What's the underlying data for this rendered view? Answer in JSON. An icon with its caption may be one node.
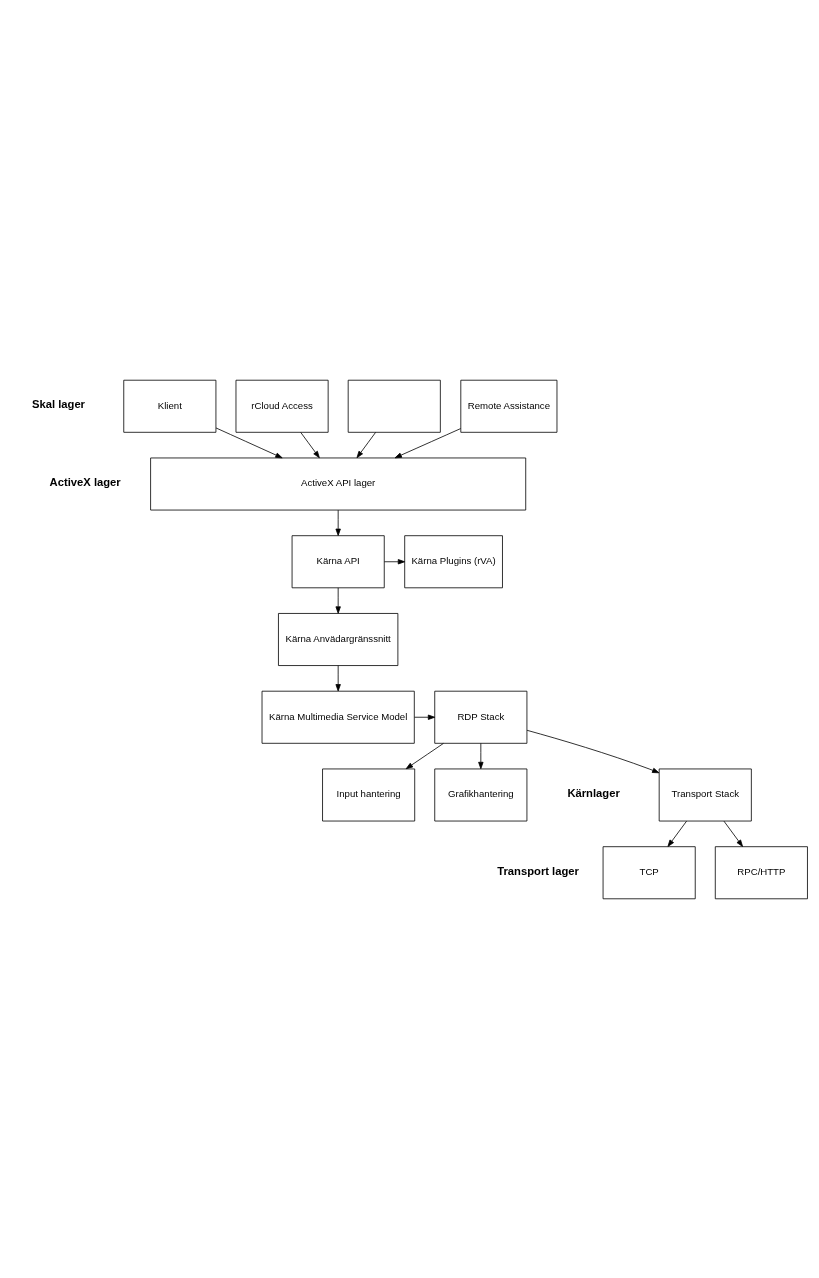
{
  "diagram": {
    "nodes": [
      {
        "text": [
          "Klient"
        ]
      },
      {
        "text": [
          "rCloud Access"
        ]
      },
      {
        "text": [],
        "shape": "box"
      },
      {
        "text": [
          "Remote Assistance"
        ]
      },
      {
        "text": [
          "ActiveX API lager"
        ]
      },
      {
        "text": [
          "Kärna API"
        ]
      },
      {
        "text": [
          "Kärna Plugins (rVA)"
        ]
      },
      {
        "text": [
          "Kärna Anvädargränssnitt"
        ]
      },
      {
        "text": [
          "Kärna Multimedia Service Model"
        ]
      },
      {
        "text": [
          "RDP Stack"
        ]
      },
      {
        "text": [
          "Input hantering"
        ]
      },
      {
        "text": [
          "Grafikhantering"
        ]
      },
      {
        "text": [
          "Transport Stack"
        ]
      },
      {
        "text": [
          "TCP"
        ]
      },
      {
        "text": [
          "RPC/HTTP"
        ]
      }
    ],
    "edges": [
      {
        "from": 0,
        "to": 4,
        "arrow": "to"
      },
      {
        "from": 1,
        "to": 4,
        "arrow": "to"
      },
      {
        "from": 2,
        "to": 4,
        "arrow": "to"
      },
      {
        "from": 3,
        "to": 4,
        "arrow": "to"
      },
      {
        "from": 4,
        "to": 5,
        "arrow": "to"
      },
      {
        "from": 5,
        "to": 6,
        "arrow": "to"
      },
      {
        "from": 5,
        "to": 7,
        "arrow": "to"
      },
      {
        "from": 7,
        "to": 8,
        "arrow": "to"
      },
      {
        "from": 8,
        "to": 9,
        "arrow": "to"
      },
      {
        "from": 9,
        "to": 10,
        "arrow": "to"
      },
      {
        "from": 9,
        "to": 11,
        "arrow": "to"
      },
      {
        "from": 9,
        "to": 12,
        "arrow": "to"
      },
      {
        "from": 12,
        "to": 13,
        "arrow": "to"
      },
      {
        "from": 12,
        "to": 14,
        "arrow": "to"
      }
    ],
    "labels": [
      "Skal lager",
      "ActiveX lager",
      "Kärnlager",
      "Transport lager"
    ]
  }
}
